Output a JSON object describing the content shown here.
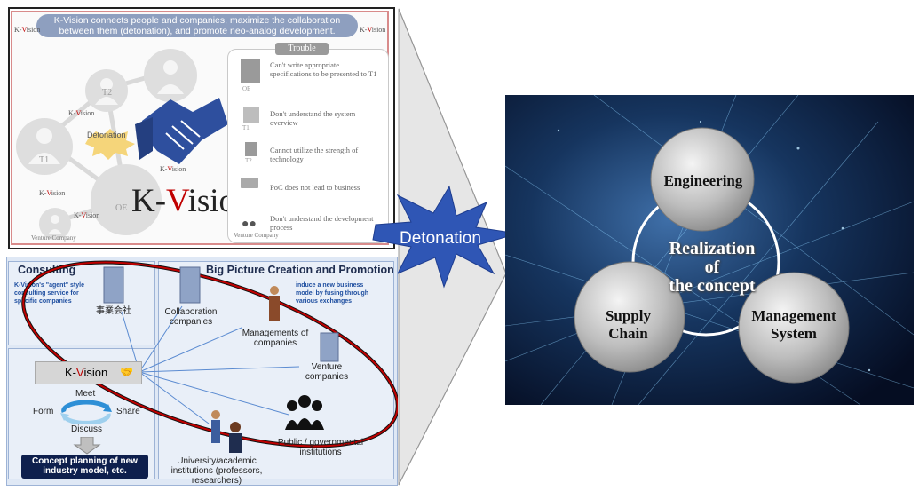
{
  "banner": {
    "line1": "K-Vision connects people and companies, maximize the collaboration",
    "line2": "between them (detonation), and promote neo-analog development."
  },
  "kvision_small_left": {
    "a": "K-",
    "b": "V",
    "c": "ision"
  },
  "kvision_big": {
    "a": "K-",
    "b": "V",
    "c": "ision"
  },
  "network": {
    "detonation_badge": "Detonation",
    "t1": "T1",
    "t2": "T2",
    "oe": "OE",
    "venture_company": "Venture Company"
  },
  "trouble": {
    "title": "Trouble",
    "items": [
      {
        "label": "OE",
        "text": "Can't write appropriate specifications to be presented to T1"
      },
      {
        "label": "T1",
        "text": "Don't understand the system overview"
      },
      {
        "label": "T2",
        "text": "Cannot utilize the strength of technology"
      },
      {
        "label": "",
        "text": "PoC does not lead to business"
      },
      {
        "label": "",
        "text": "Don't understand the development process"
      }
    ],
    "footer": "Venture Company"
  },
  "detonation_star": "Detonation",
  "consulting": {
    "title": "Consulting",
    "note": "K-Vision's \"agent\" style consulting service for specific companies",
    "company": "事業会社"
  },
  "big_picture": {
    "title": "Big Picture Creation and Promotion",
    "note": "induce a new business model by fusing through various exchanges",
    "nodes": [
      "Collaboration companies",
      "Managements of companies",
      "Venture companies",
      "Public / governmental institutions",
      "University/academic institutions (professors, researchers)"
    ]
  },
  "cycle": {
    "kvision": {
      "a": "K-",
      "b": "V",
      "c": "ision"
    },
    "meet": "Meet",
    "form": "Form",
    "share": "Share",
    "discuss": "Discuss",
    "concept": "Concept planning of new industry model, etc."
  },
  "concept_image": {
    "engineering": "Engineering",
    "supply_chain": "Supply Chain",
    "management_system": "Management System",
    "realization": [
      "Realization",
      "of",
      "the concept"
    ]
  },
  "colors": {
    "brand_red": "#c00000",
    "navy": "#1f2d4f",
    "star_blue": "#2f56b5",
    "handshake_blue": "#2e4f9e"
  }
}
